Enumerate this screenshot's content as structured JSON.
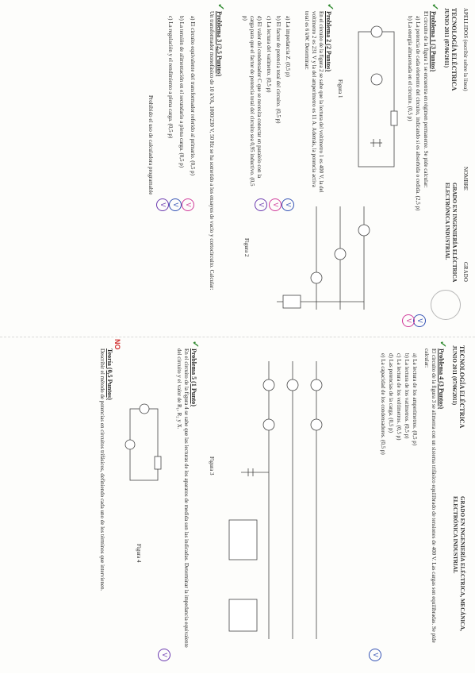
{
  "sheet1": {
    "header": {
      "apellidos_label": "APELLIDOS (escribir sobre la línea)",
      "nombre_label": "NOMBRE",
      "grado_label": "GRADO",
      "subject": "TECNOLOGÍA ELÉCTRICA",
      "session": "JUNIO 2011 (07/06/2011)",
      "degree_line1": "GRADO EN INGENIERÍA ELÉCTRICA",
      "degree_line2": "ELECTRÓNICA INDUSTRIAL"
    },
    "problem1": {
      "title": "Problema 1 (3 Puntos)",
      "intro": "El circuito de la figura 1 se encuentra en régimen permanente. Se pide calcular:",
      "a": "a) La potencia de cada elemento del circuito, indicando si es absorbida o cedida. (2,5 p)",
      "b": "b) La energía almacenada en el circuito. (0,5 p)",
      "figure_caption": "Figura 1"
    },
    "problem2": {
      "title": "Problema 2 (2 Puntos)",
      "intro": "En el circuito de la figura 2 se sabe que la lectura del voltímetro 1 es 400 V, la del voltímetro 2 es 231 V y la del amperímetro es 11 A. Además, la potencia activa total es 6 kW. Determinar:",
      "a": "a) La impedancia Z. (0,5 p)",
      "b": "b) El factor de potencia total del circuito. (0,5 p)",
      "c": "c) La lectura del vatímetro. (0,5 p)",
      "d": "d) El valor del condensador C que se necesita conectar en paralelo con la carga para que el factor de potencia total del circuito sea 0,95 inductivo. (0,5 p)",
      "figure_caption": "Figura 2"
    },
    "problem3": {
      "title": "Problema 3 (2,5 Puntos)",
      "intro": "Un transformador monofásico de 10 kVA, 1000/230 V, 50 Hz se ha sometido a los ensayos de vacío y cortocircuito. Calcular:",
      "a": "a) El circuito equivalente del transformador referido al primario. (0,5 p)",
      "b": "b) La tensión de alimentación en el secundario a plena carga. (0,5 p)",
      "c": "c) La regulación y el rendimiento a plena carga. (0,5 p)",
      "footer": "Prohibido el uso de calculadora programable"
    },
    "annotations": {
      "badge_v": "V"
    }
  },
  "sheet2": {
    "header": {
      "subject": "TECNOLOGÍA ELÉCTRICA",
      "session": "JUNIO 2011 (07/06/2011)",
      "degree_line1": "GRADO EN INGENIERÍA ELÉCTRICA, MECÁNICA,",
      "degree_line2": "ELECTRÓNICA INDUSTRIAL"
    },
    "problem4": {
      "title": "Problema 4 (3 Puntos)",
      "intro": "El circuito de la figura 3 se alimenta con un sistema trifásico equilibrado de tensiones de 400 V. Las cargas son equilibradas. Se pide calcular:",
      "a": "a) La lectura de los amperímetros. (0,5 p)",
      "b": "b) La lectura de los vatímetros. (0,5 p)",
      "c": "c) La lectura de los voltímetros. (0,5 p)",
      "d": "d) Las potencias de la carga. (0,5 p)",
      "e": "e) La capacidad de los condensadores. (0,5 p)",
      "figure_caption": "Figura 3"
    },
    "problem5": {
      "title": "Problema 5 (1 Punto)",
      "intro": "En el circuito de la figura 4 se sabe que las lecturas de los aparatos de medida son las indicadas. Determinar la impedancia equivalente del circuito y el valor de R₁, R₂ y X.",
      "figure_caption": "Figura 4"
    },
    "theory": {
      "title": "Teoría (0,5 Puntos)",
      "text": "Describir el método de potencias en circuitos trifásicos, definiendo cada uno de los términos que intervienen."
    },
    "annotations": {
      "no_mark": "NO",
      "badge_v": "V"
    }
  }
}
